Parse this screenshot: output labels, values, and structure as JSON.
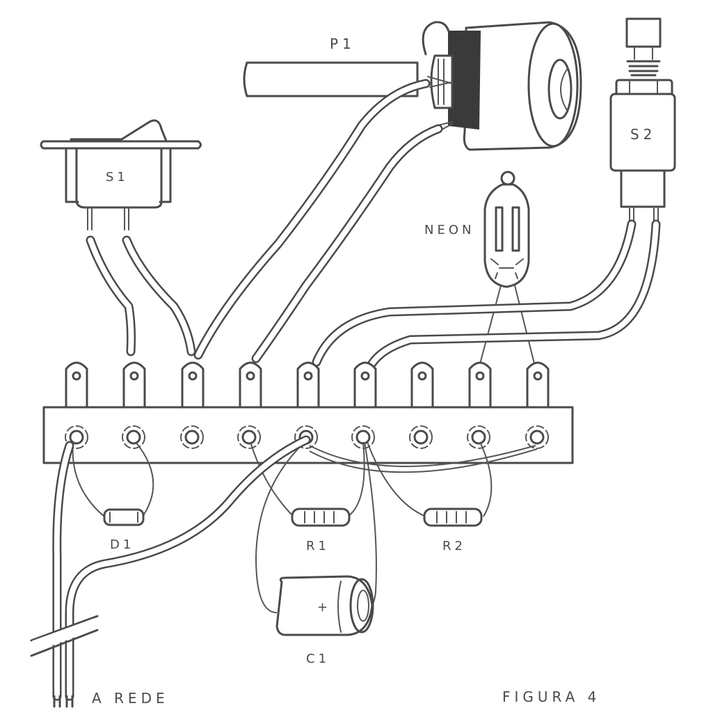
{
  "figure": {
    "caption": "FIGURA 4",
    "background": "#ffffff",
    "ink_color": "#4a4a4a"
  },
  "labels": {
    "p1": "P1",
    "s1": "S1",
    "s2": "S2",
    "neon": "NEON",
    "d1": "D1",
    "r1": "R1",
    "r2": "R2",
    "c1": "C1",
    "c1_polarity": "+",
    "mains": "A REDE"
  },
  "components": [
    {
      "id": "S1",
      "type": "rocker-switch"
    },
    {
      "id": "P1",
      "type": "potentiometer"
    },
    {
      "id": "S2",
      "type": "push-button-switch"
    },
    {
      "id": "NEON",
      "type": "neon-lamp"
    },
    {
      "id": "D1",
      "type": "diode"
    },
    {
      "id": "R1",
      "type": "resistor"
    },
    {
      "id": "R2",
      "type": "resistor"
    },
    {
      "id": "C1",
      "type": "electrolytic-capacitor"
    },
    {
      "id": "terminal-strip",
      "type": "terminal-strip",
      "terminals": 9
    }
  ]
}
